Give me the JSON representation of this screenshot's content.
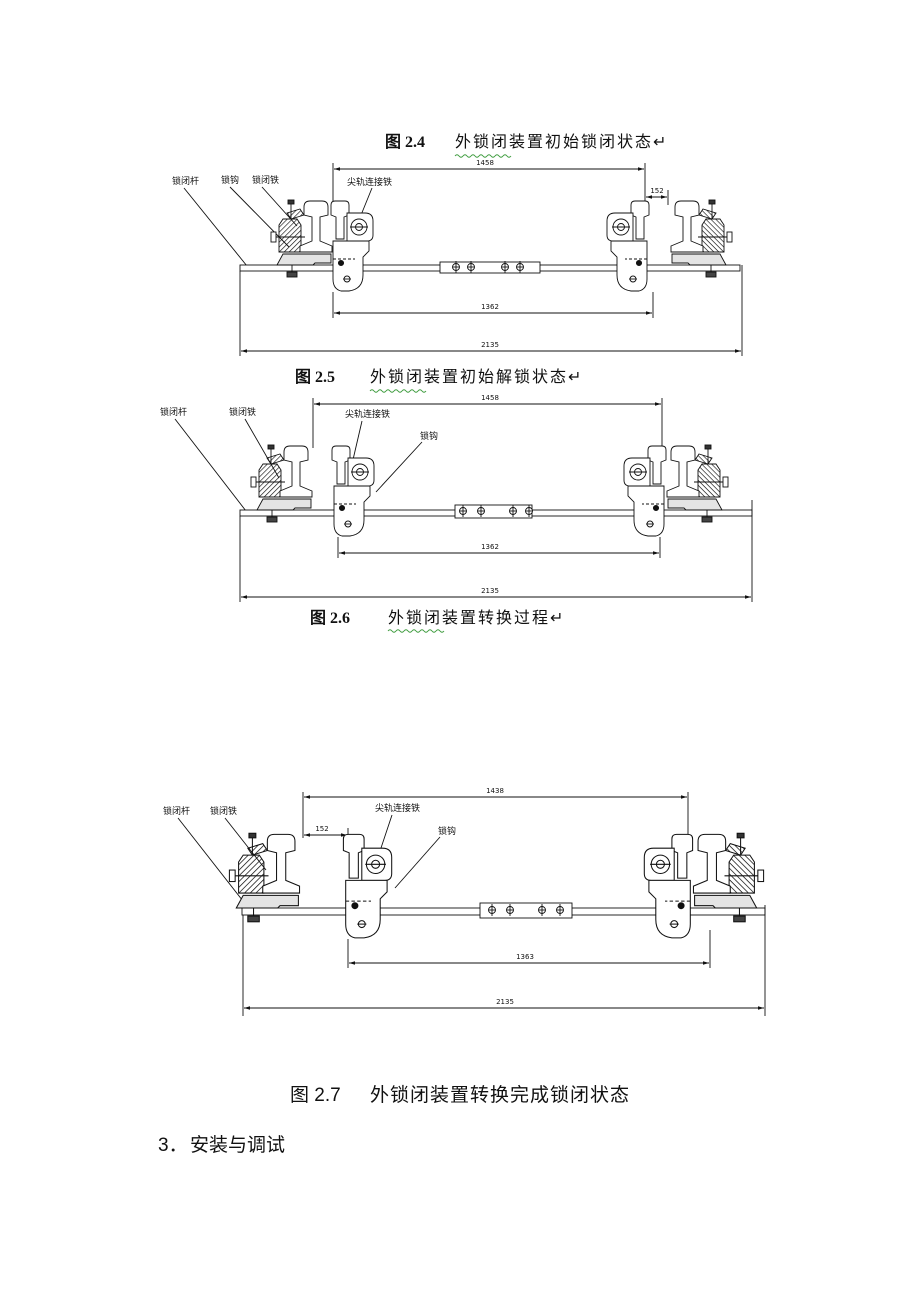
{
  "captions": [
    {
      "number": "图 2.4",
      "title": "外锁闭装置初始锁闭状态↵"
    },
    {
      "number": "图 2.5",
      "title": "外锁闭装置初始解锁状态↵"
    },
    {
      "number": "图 2.6",
      "title": "外锁闭装置转换过程↵"
    },
    {
      "number": "图 2.7",
      "title": "外锁闭装置转换完成锁闭状态"
    }
  ],
  "drawings": [
    {
      "labels": {
        "lock_rod": "锁闭杆",
        "lock_hook": "锁钩",
        "lock_iron": "锁闭铁",
        "connecting_iron": "尖轨连接铁"
      },
      "dimensions": {
        "top": "1458",
        "offset": "152",
        "middle": "1362",
        "overall": "2135"
      }
    },
    {
      "labels": {
        "lock_rod": "锁闭杆",
        "lock_iron": "锁闭铁",
        "connecting_iron": "尖轨连接铁",
        "lock_hook": "锁钩"
      },
      "dimensions": {
        "top": "1458",
        "middle": "1362",
        "overall": "2135"
      }
    },
    {
      "labels": {
        "lock_rod": "锁闭杆",
        "lock_iron": "锁闭铁",
        "connecting_iron": "尖轨连接铁",
        "lock_hook": "锁钩"
      },
      "dimensions": {
        "top": "1438",
        "offset": "152",
        "middle": "1363",
        "overall": "2135"
      }
    }
  ],
  "section": {
    "number": "3．",
    "title": "安装与调试"
  }
}
